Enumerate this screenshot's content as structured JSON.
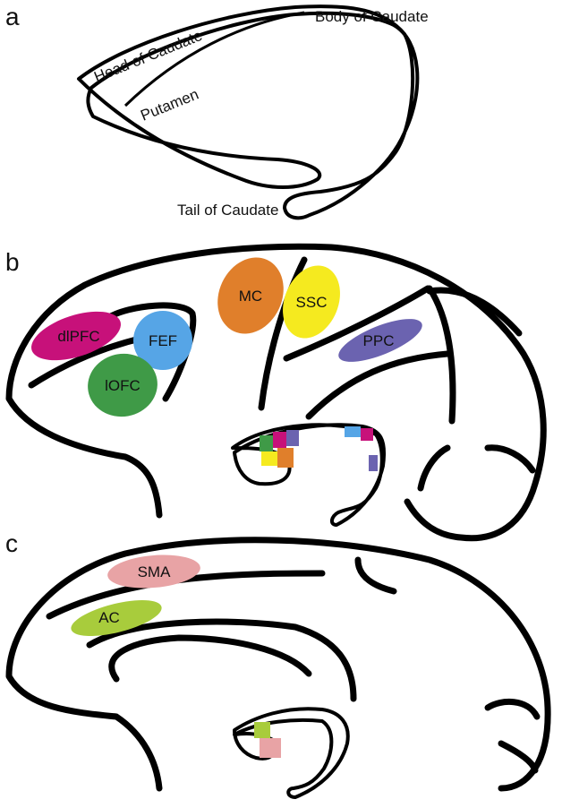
{
  "panels": {
    "a": {
      "letter": "a",
      "labels": {
        "head": "Head of Caudate",
        "body": "Body of Caudate",
        "putamen": "Putamen",
        "tail": "Tail of Caudate"
      }
    },
    "b": {
      "letter": "b",
      "regions": [
        {
          "label": "dlPFC",
          "color": "#c7117a"
        },
        {
          "label": "FEF",
          "color": "#56a5e6"
        },
        {
          "label": "lOFC",
          "color": "#3f9a47"
        },
        {
          "label": "MC",
          "color": "#e07f2b"
        },
        {
          "label": "SSC",
          "color": "#f5ea1f"
        },
        {
          "label": "PPC",
          "color": "#6b63b0"
        }
      ]
    },
    "c": {
      "letter": "c",
      "regions": [
        {
          "label": "SMA",
          "color": "#e8a3a5"
        },
        {
          "label": "AC",
          "color": "#a8cc3c"
        }
      ]
    }
  }
}
